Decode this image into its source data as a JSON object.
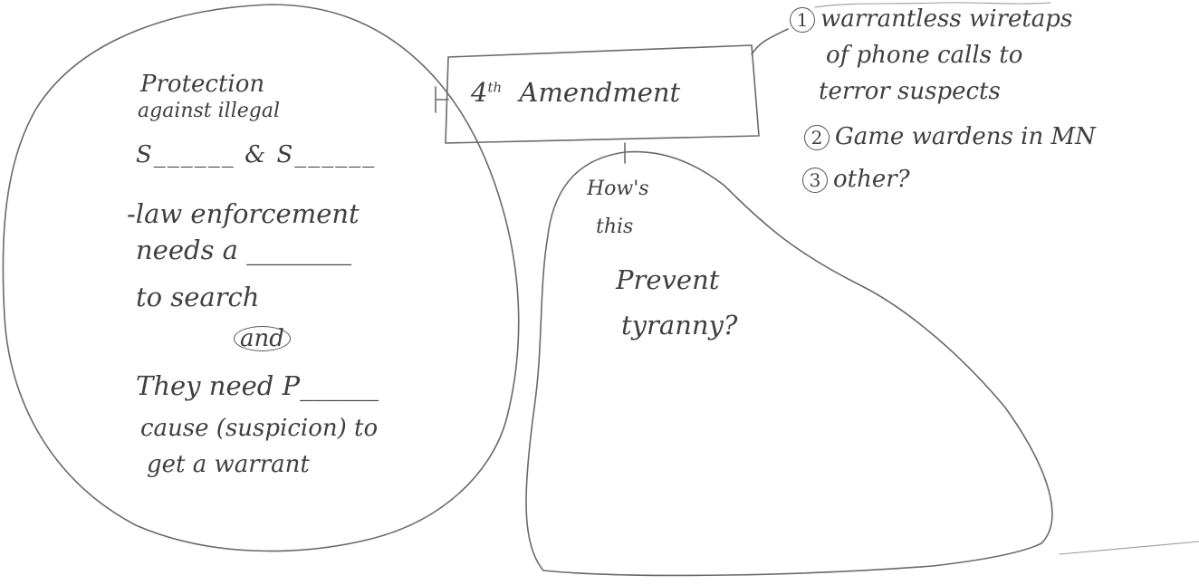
{
  "center": {
    "ordinal_number": "4",
    "ordinal_suffix": "th",
    "word": "Amendment"
  },
  "left_bubble": {
    "line_1": "Protection",
    "line_2": "against illegal",
    "blanks_line": "S______ & S______",
    "line_4": "-law enforcement",
    "line_5": "needs a ________",
    "line_6": "to search",
    "circled": "and",
    "line_8": "They need P______",
    "line_9": "cause (suspicion) to",
    "line_10": "get a warrant"
  },
  "bottom_bubble": {
    "line_1": "How's",
    "line_2": "this",
    "line_3": "Prevent",
    "line_4": "tyranny?"
  },
  "examples": [
    {
      "num": "1",
      "lines": [
        "warrantless wiretaps",
        "of phone calls to",
        "terror suspects"
      ]
    },
    {
      "num": "2",
      "lines": [
        "Game wardens in MN"
      ]
    },
    {
      "num": "3",
      "lines": [
        "other?"
      ]
    }
  ]
}
